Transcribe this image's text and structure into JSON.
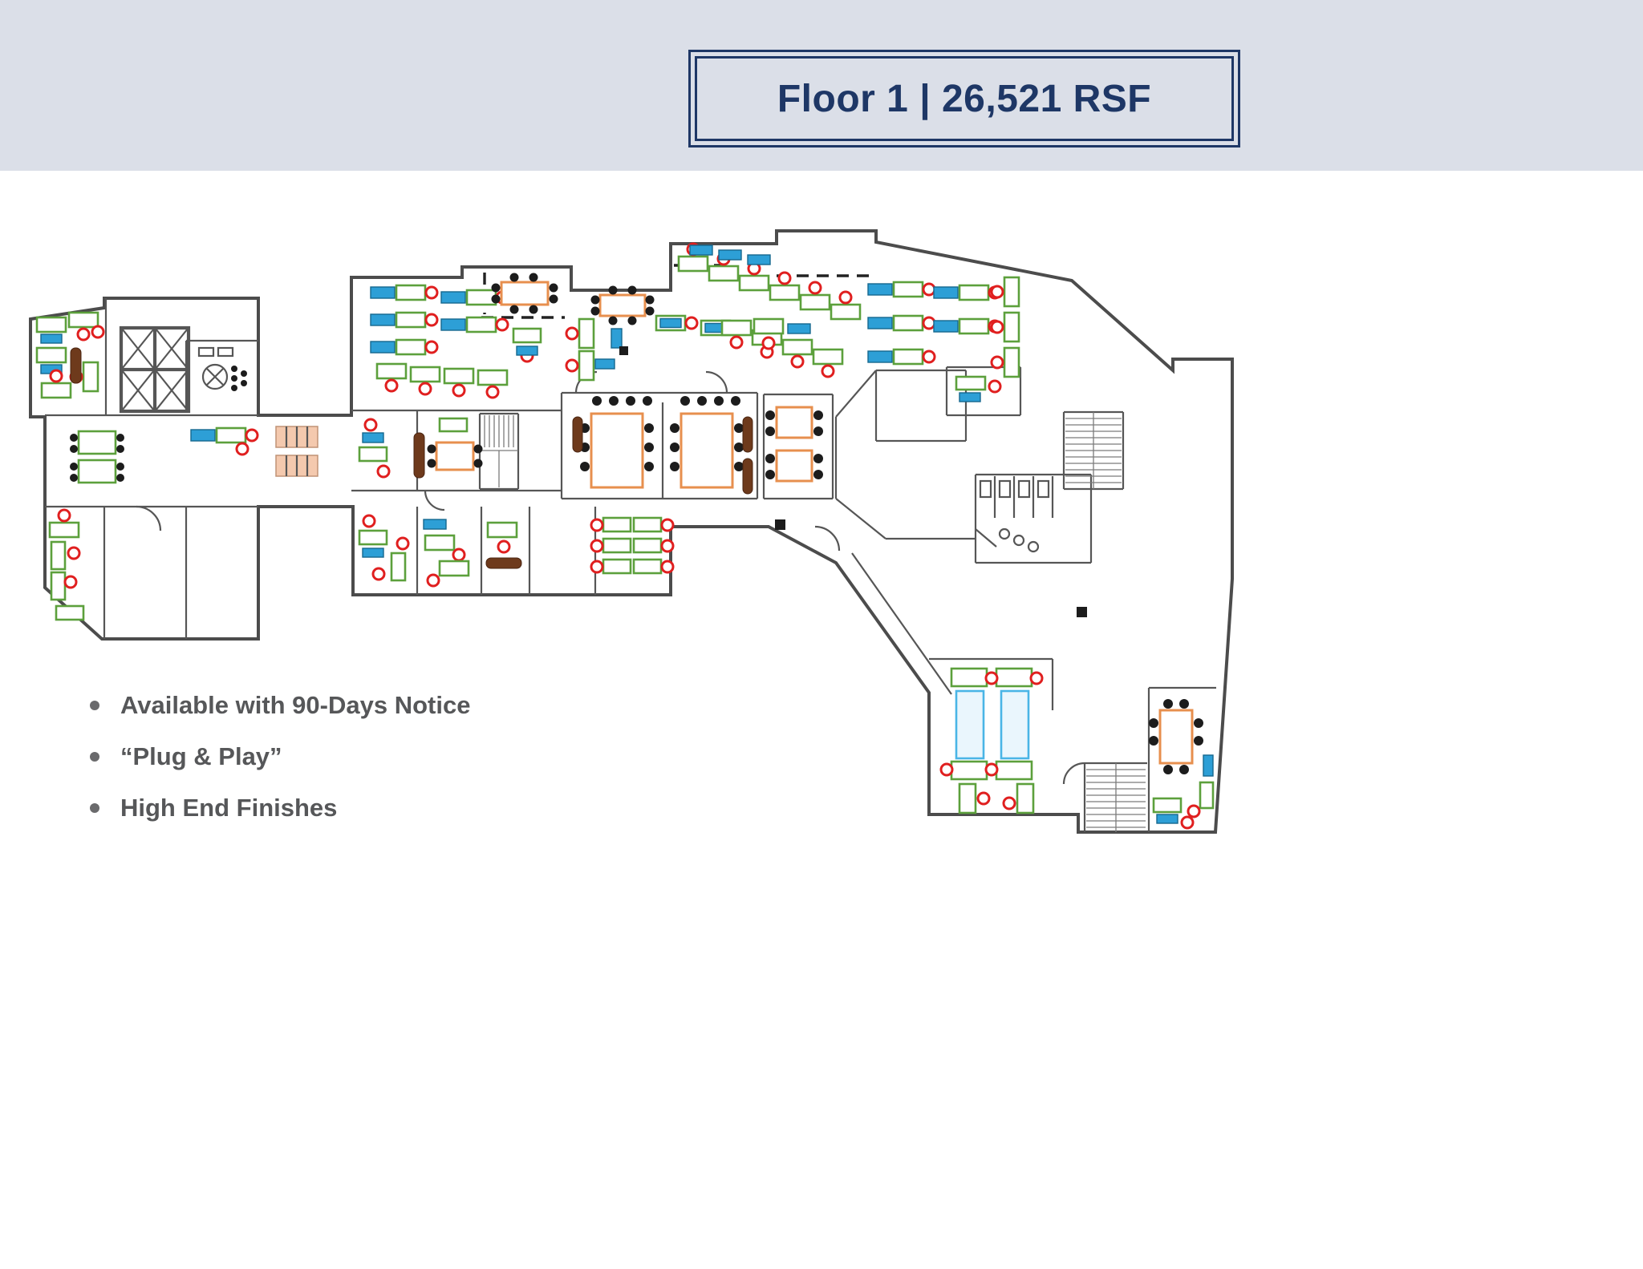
{
  "header": {
    "title": "Floor 1 | 26,521 RSF"
  },
  "bullets": {
    "items": [
      "Available with 90-Days Notice",
      "“Plug & Play”",
      "High End Finishes"
    ]
  },
  "colors": {
    "band": "#dbdfe8",
    "navy": "#1e3766",
    "text_gray": "#565759",
    "wall": "#4c4c4c",
    "desk_green": "#5ca03c",
    "desk_blue": "#2d9fd6",
    "chair_red": "#e01f1f",
    "table_orange": "#e78f4e",
    "credenza_brown": "#6e3a1c",
    "locker_pink": "#f4c9ae",
    "table_lightblue": "#4ab5e6"
  }
}
